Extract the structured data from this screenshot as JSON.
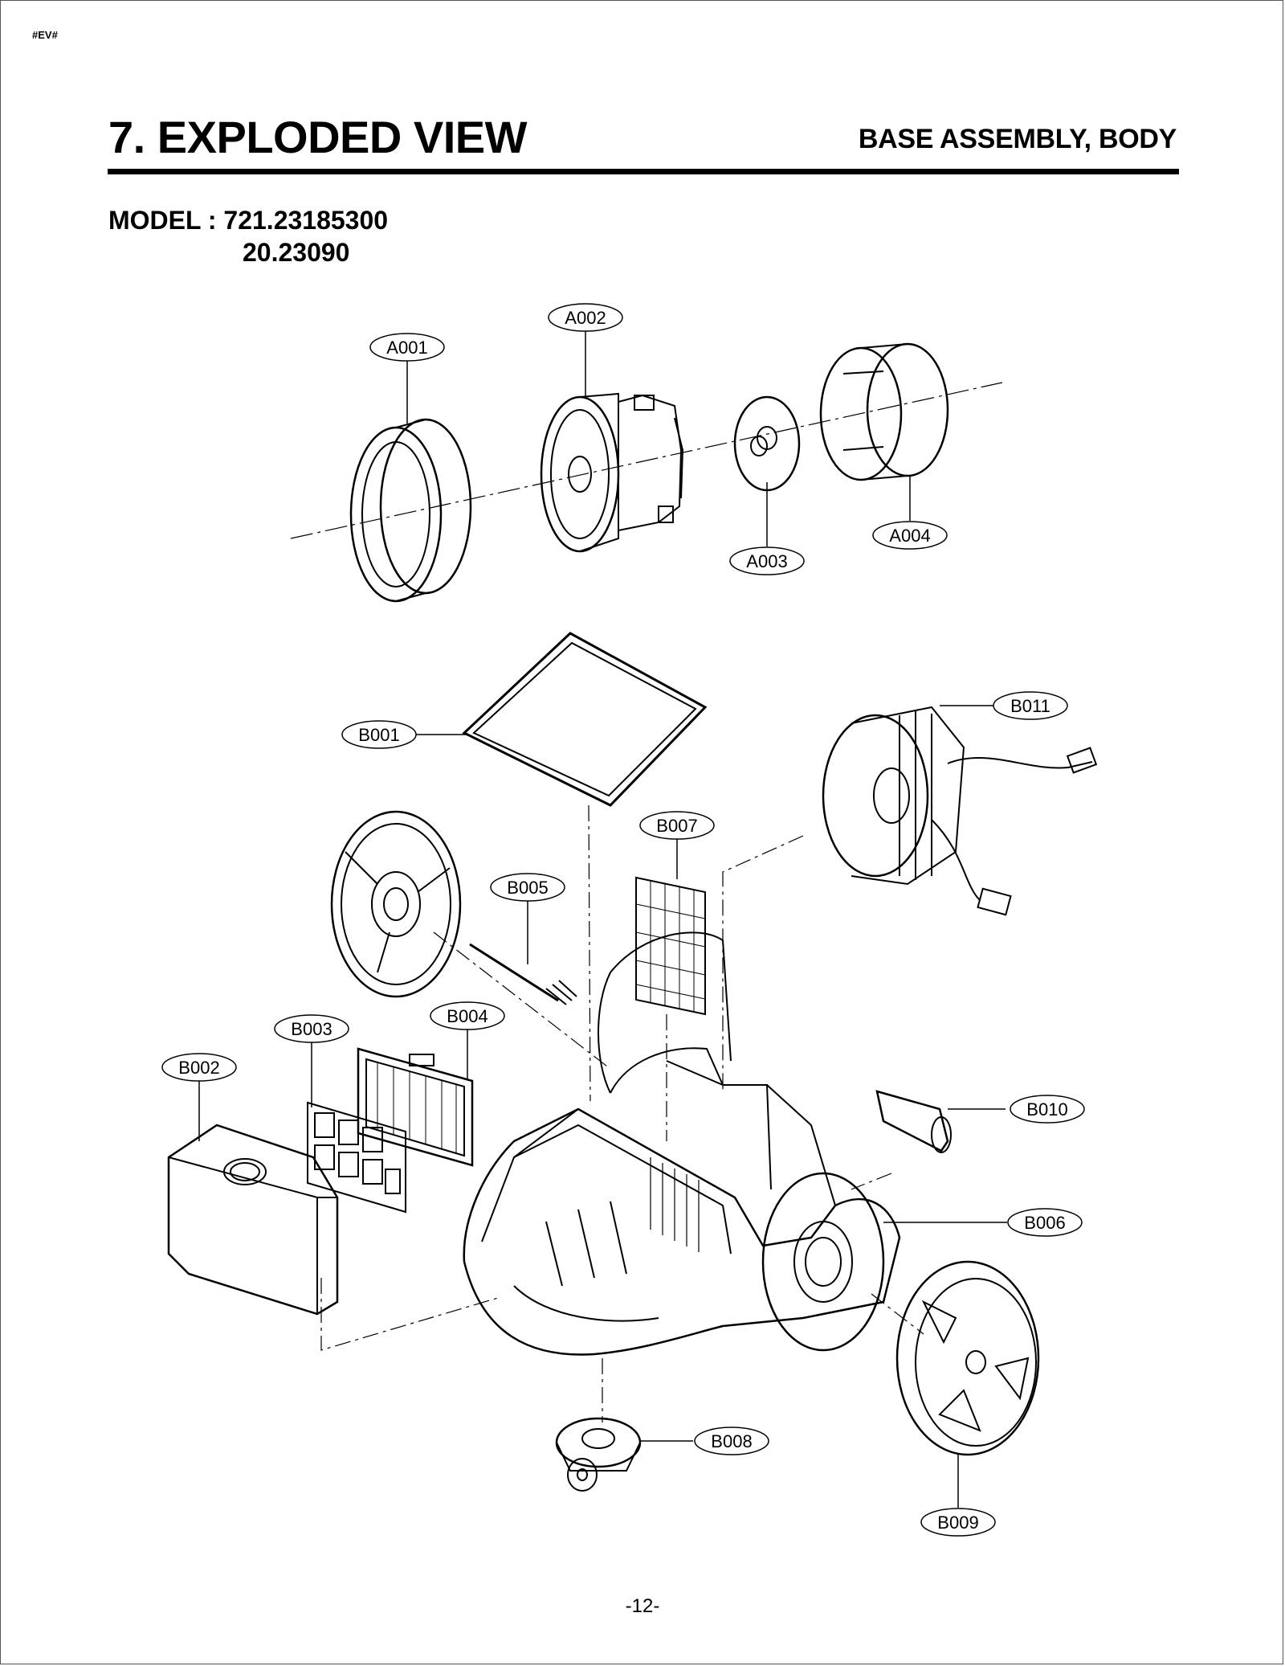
{
  "header": {
    "tag": "#EV#",
    "title": "7. EXPLODED VIEW",
    "section": "BASE ASSEMBLY, BODY"
  },
  "model": {
    "line1": "MODEL : 721.23185300",
    "line2": "20.23090"
  },
  "callouts": {
    "A001": "A001",
    "A002": "A002",
    "A003": "A003",
    "A004": "A004",
    "B001": "B001",
    "B002": "B002",
    "B003": "B003",
    "B004": "B004",
    "B005": "B005",
    "B006": "B006",
    "B007": "B007",
    "B008": "B008",
    "B009": "B009",
    "B010": "B010",
    "B011": "B011"
  },
  "footer": {
    "page_number": "-12-"
  }
}
